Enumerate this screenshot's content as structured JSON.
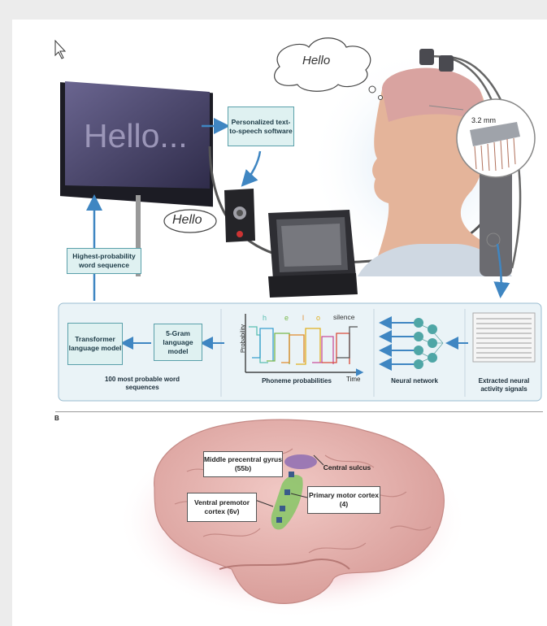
{
  "figure_letter": "B",
  "screen": {
    "text": "Hello..."
  },
  "thought_bubble": {
    "text": "Hello"
  },
  "speaker_bubble": {
    "text": "Hello"
  },
  "tts_box": {
    "label": "Personalized text-to-speech software"
  },
  "highest_box": {
    "label": "Highest-probability word sequence"
  },
  "implant_scale": "3.2 mm",
  "pipeline": {
    "transformer": "Transformer language model",
    "fivegram": "5-Gram language model",
    "sequences_caption": "100 most probable word sequences",
    "phoneme_caption": "Phoneme probabilities",
    "neural_caption": "Neural network",
    "signals_caption": "Extracted neural activity signals",
    "chart_ylabel": "Probability",
    "chart_xlabel": "Time",
    "phonemes": [
      "h",
      "e",
      "l",
      "o",
      "silence"
    ]
  },
  "brain_labels": {
    "middle_precentral": "Middle precentral gyrus (55b)",
    "central_sulcus": "Central sulcus",
    "ventral_premotor": "Ventral premotor cortex (6v)",
    "primary_motor": "Primary motor cortex (4)"
  },
  "colors": {
    "panel_bg": "#eaf3f7",
    "label_bg": "#dff1f1",
    "arrow": "#3f86c2",
    "brain": "#e8b9b7",
    "purple": "#8e6db3",
    "green": "#8cc56a"
  }
}
